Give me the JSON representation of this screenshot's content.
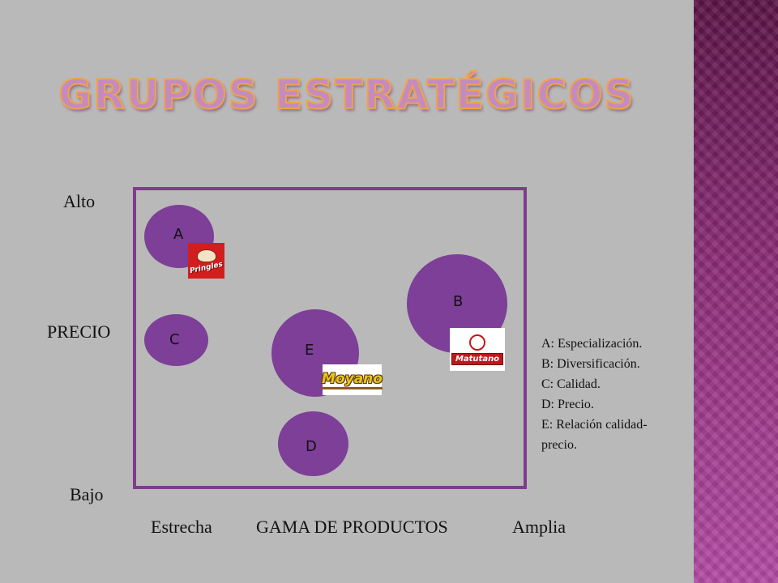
{
  "title": "GRUPOS ESTRATÉGICOS",
  "y_axis": {
    "high": "Alto",
    "name": "PRECIO",
    "low": "Bajo"
  },
  "x_axis": {
    "narrow": "Estrecha",
    "name": "GAMA DE PRODUCTOS",
    "wide": "Amplia"
  },
  "groups": [
    {
      "letter": "A"
    },
    {
      "letter": "B"
    },
    {
      "letter": "C"
    },
    {
      "letter": "E"
    },
    {
      "letter": "D"
    }
  ],
  "logos": {
    "pringles": "Pringles",
    "matutano": "Matutano",
    "moyano": "Moyano"
  },
  "legend": [
    "A: Especialización.",
    "B: Diversificación.",
    "C: Calidad.",
    "D: Precio.",
    "E: Relación calidad-",
    "precio."
  ],
  "colors": {
    "group_fill": "#7d3f97",
    "frame": "#7e3d8c",
    "background": "#b9b9b9",
    "title_fill": "#c48cbe",
    "title_outline": "#f0a24a"
  }
}
